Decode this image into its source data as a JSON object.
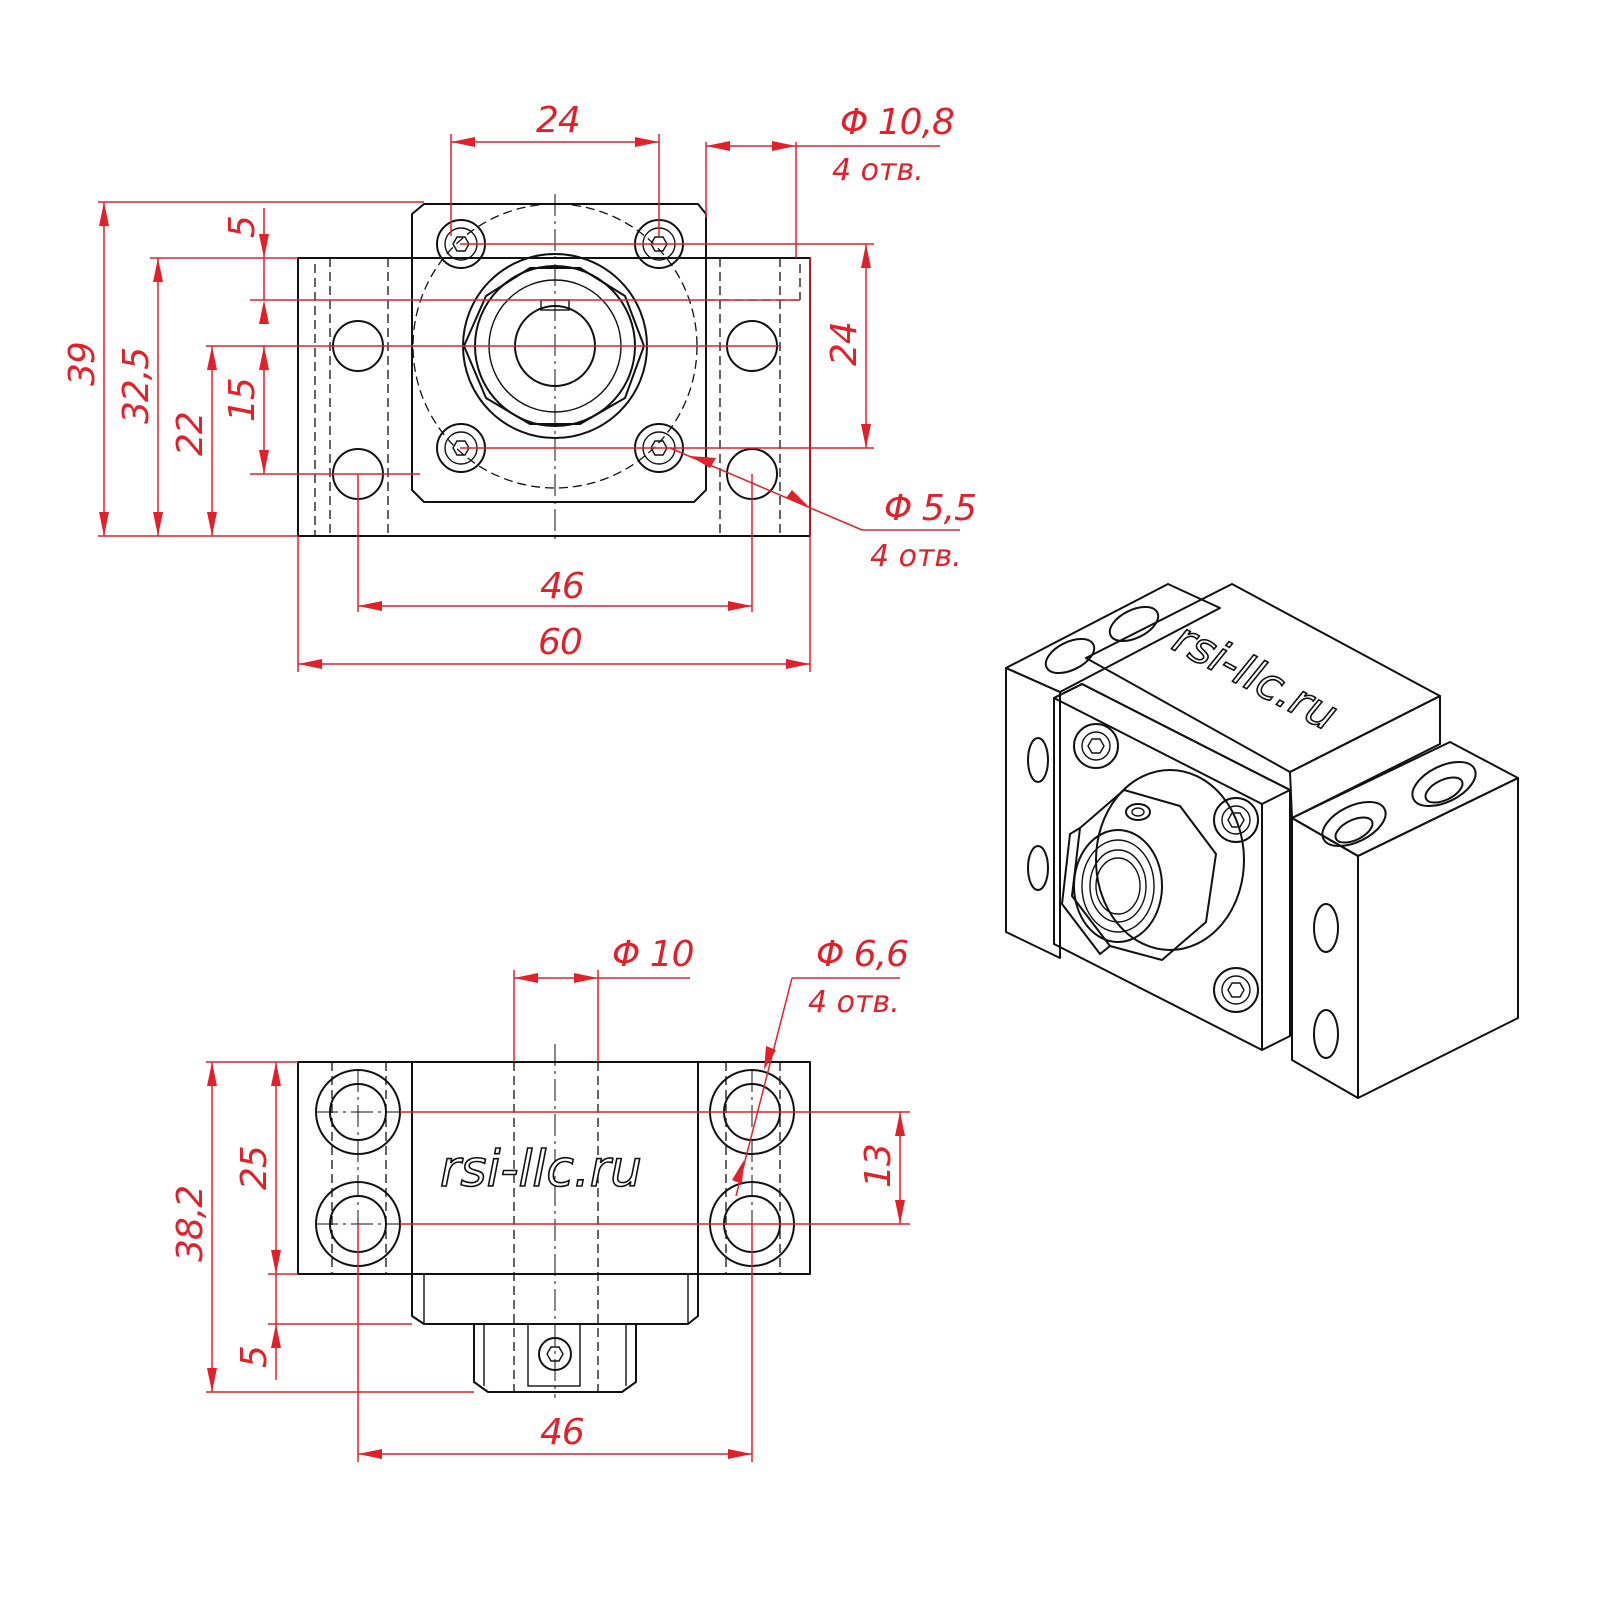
{
  "front_view": {
    "dims": {
      "top_bolt_spacing": "24",
      "counterbore": "Φ 10,8",
      "counterbore_count": "4 отв.",
      "top_offset": "5",
      "height_total": "39",
      "height_body": "32,5",
      "height_axis": "22",
      "hole_spacing_vertical": "15",
      "bolt_spacing_vertical": "24",
      "bolt_hole": "Φ 5,5",
      "bolt_hole_count": "4 отв.",
      "mount_spacing": "46",
      "width_total": "60"
    }
  },
  "bottom_view": {
    "brand": "rsi-llc.ru",
    "dims": {
      "bore": "Φ 10",
      "mount_hole": "Φ 6,6",
      "mount_hole_count": "4 отв.",
      "depth_total": "38,2",
      "depth_body": "25",
      "hole_spacing": "13",
      "flange_offset": "5",
      "mount_spacing": "46"
    }
  },
  "iso_view": {
    "brand": "rsi-llc.ru"
  },
  "colors": {
    "dimension": "#e0202a",
    "outline": "#111111"
  }
}
